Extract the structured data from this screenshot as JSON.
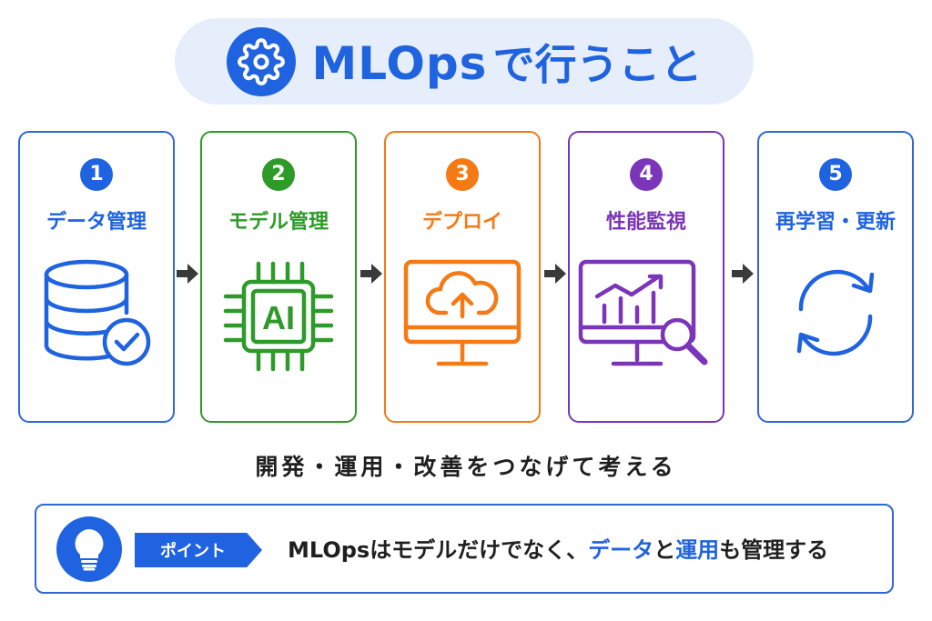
{
  "title": {
    "en": "MLOps",
    "jp": "で行うこと"
  },
  "steps": [
    {
      "num": "1",
      "label": "データ管理",
      "color": "#1f63e0",
      "icon": "database-check-icon"
    },
    {
      "num": "2",
      "label": "モデル管理",
      "color": "#2e9a2a",
      "icon": "ai-chip-icon",
      "icon_text": "AI"
    },
    {
      "num": "3",
      "label": "デプロイ",
      "color": "#f47a16",
      "icon": "cloud-upload-monitor-icon"
    },
    {
      "num": "4",
      "label": "性能監視",
      "color": "#7a35b8",
      "icon": "chart-monitor-magnifier-icon"
    },
    {
      "num": "5",
      "label": "再学習・更新",
      "color": "#1f63e0",
      "icon": "refresh-cycle-icon"
    }
  ],
  "arrow_color": "#3a3a3a",
  "caption": "開発・運用・改善をつなげて考える",
  "point": {
    "tag": "ポイント",
    "text_parts": [
      "MLOpsはモデルだけでなく、",
      "データ",
      "と",
      "運用",
      "も管理する"
    ]
  },
  "colors": {
    "accent": "#1f63e0",
    "title_bg": "#e6eefb"
  }
}
